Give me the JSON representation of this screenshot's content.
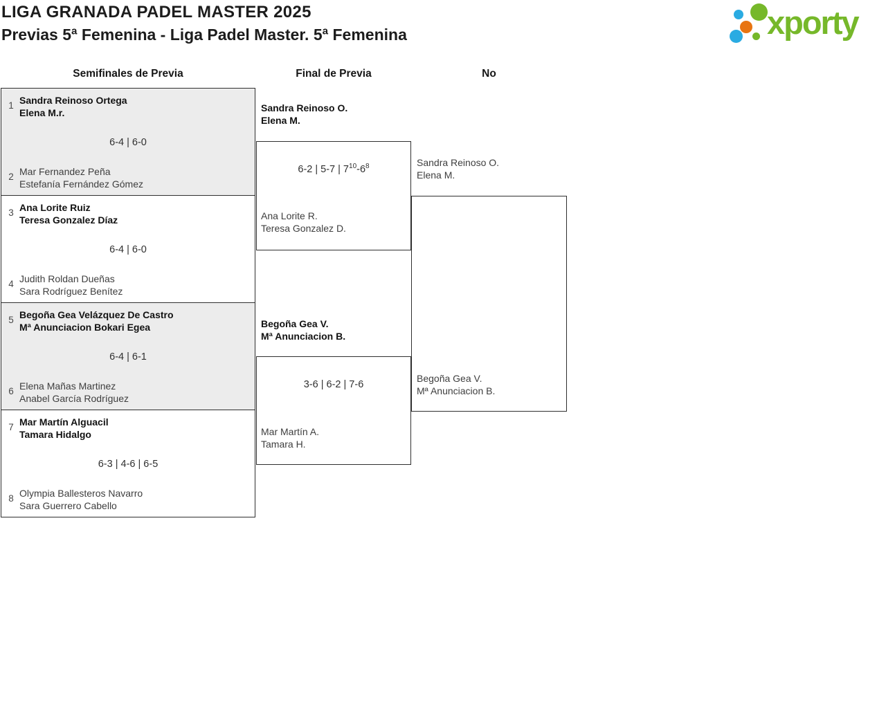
{
  "header": {
    "title": "LIGA GRANADA PADEL MASTER 2025",
    "subtitle": "Previas 5ª Femenina - Liga Padel Master. 5ª Femenina"
  },
  "logo": {
    "wordmark": "xporty",
    "brand_colors": {
      "green": "#76b82a",
      "blue": "#2aabe2",
      "orange": "#e87411"
    }
  },
  "column_headers": {
    "round1": "Semifinales de Previa",
    "round2": "Final de Previa",
    "round3": "No"
  },
  "colors": {
    "match_shaded_bg": "#ececec",
    "border": "#2e2e2e",
    "winner_text": "#121212",
    "regular_text": "#3e3e3e"
  },
  "bracket": {
    "round1_matches": [
      {
        "seed_top": "1",
        "team_top_line1": "Sandra Reinoso Ortega",
        "team_top_line2": "Elena M.r.",
        "score": "6-4 | 6-0",
        "seed_bottom": "2",
        "team_bottom_line1": "Mar Fernandez Peña",
        "team_bottom_line2": "Estefanía Fernández Gómez"
      },
      {
        "seed_top": "3",
        "team_top_line1": "Ana Lorite Ruiz",
        "team_top_line2": "Teresa Gonzalez Díaz",
        "score": "6-4 | 6-0",
        "seed_bottom": "4",
        "team_bottom_line1": "Judith Roldan Dueñas",
        "team_bottom_line2": "Sara Rodríguez Benítez"
      },
      {
        "seed_top": "5",
        "team_top_line1": "Begoña Gea Velázquez De Castro",
        "team_top_line2": "Mª Anunciacion Bokari Egea",
        "score": "6-4 | 6-1",
        "seed_bottom": "6",
        "team_bottom_line1": "Elena Mañas Martinez",
        "team_bottom_line2": "Anabel García Rodríguez"
      },
      {
        "seed_top": "7",
        "team_top_line1": "Mar Martín Alguacil",
        "team_top_line2": "Tamara Hidalgo",
        "score": "6-3 | 4-6 | 6-5",
        "seed_bottom": "8",
        "team_bottom_line1": "Olympia Ballesteros Navarro",
        "team_bottom_line2": "Sara Guerrero Cabello"
      }
    ],
    "round2_matches": [
      {
        "team_top_line1": "Sandra Reinoso O.",
        "team_top_line2": "Elena M.",
        "score_pre": "6-2 | 5-7 | 7",
        "score_sup1": "10",
        "score_mid": "-6",
        "score_sup2": "8",
        "team_bottom_line1": "Ana Lorite R.",
        "team_bottom_line2": "Teresa Gonzalez D."
      },
      {
        "team_top_line1": "Begoña Gea V.",
        "team_top_line2": "Mª Anunciacion B.",
        "score": "3-6 | 6-2 | 7-6",
        "team_bottom_line1": "Mar Martín A.",
        "team_bottom_line2": "Tamara H."
      }
    ],
    "final_match": {
      "team_top_line1": "Sandra Reinoso O.",
      "team_top_line2": "Elena M.",
      "team_bottom_line1": "Begoña Gea V.",
      "team_bottom_line2": "Mª Anunciacion B."
    }
  }
}
